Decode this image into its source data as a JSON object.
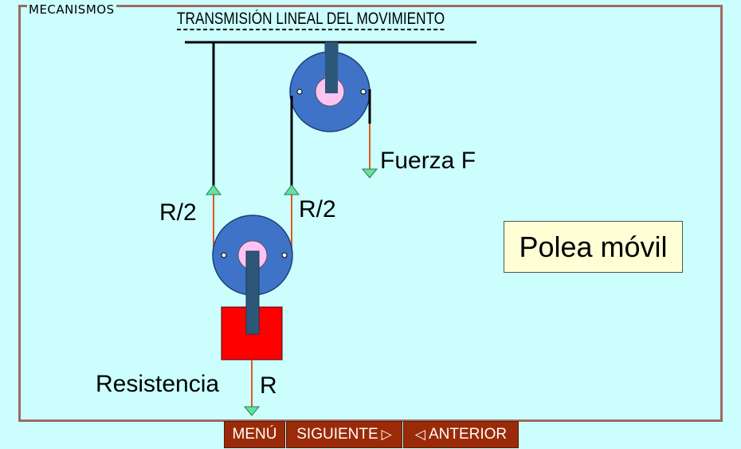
{
  "app_title": "MECANISMOS",
  "page_title": "TRANSMISIÓN LINEAL DEL MOVIMIENTO",
  "labels": {
    "force": "Fuerza F",
    "half_left": "R/2",
    "half_right": "R/2",
    "resistance": "Resistencia",
    "r": "R",
    "info": "Polea móvil"
  },
  "nav": {
    "menu": "MENÚ",
    "next": "SIGUIENTE",
    "prev": "ANTERIOR"
  },
  "colors": {
    "background": "#ccfefe",
    "frame": "#9e6a62",
    "pulley": "#3f73c8",
    "hub": "#ffc2f4",
    "axle": "#2d5778",
    "weight": "#ff0000",
    "arrow_head": "#66e0a0",
    "arrow_line": "#e05a1a",
    "button": "#9b2b08"
  }
}
